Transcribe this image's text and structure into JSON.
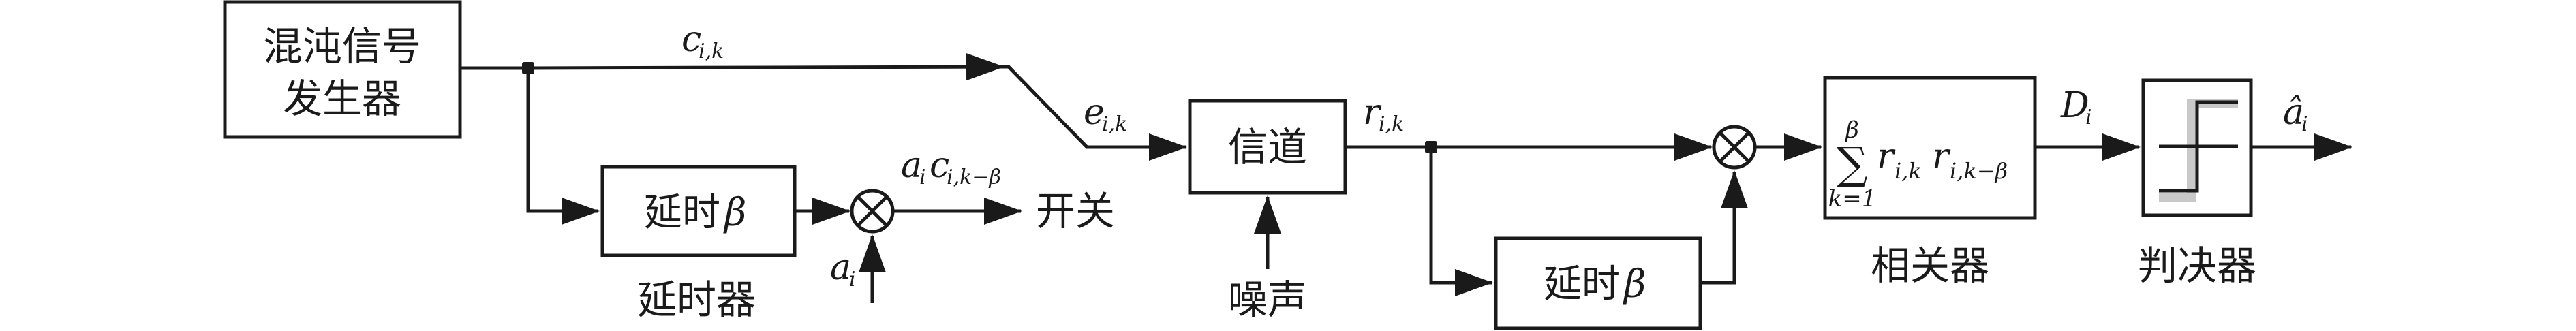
{
  "blocks": {
    "chaos_generator": [
      "混沌信号",
      "发生器"
    ],
    "delay_top_label": "延时",
    "delay_bottom_label": "延时",
    "delay_symbol": "β",
    "channel": "信道",
    "decision_symbol": "step"
  },
  "captions": {
    "delayer": "延时器",
    "switch": "开关",
    "noise": "噪声",
    "correlator": "相关器",
    "decider": "判决器"
  },
  "signals": {
    "c_ik": "c",
    "c_ik_sub": "i,k",
    "e_ik": "e",
    "e_ik_sub": "i,k",
    "r_ik": "r",
    "r_ik_sub": "i,k",
    "ai_c": "a",
    "ai_c_sub1": "i",
    "ai_c_c": "c",
    "ai_c_sub2": "i,k−β",
    "ai": "a",
    "ai_sub": "i",
    "Di": "D",
    "Di_sub": "i",
    "ahat": "â",
    "ahat_sub": "i"
  },
  "correlator_formula": {
    "sum": "∑",
    "upper": "β",
    "lower": "k=1",
    "term1": "r",
    "term1_sub": "i,k",
    "term2": "r",
    "term2_sub": "i,k−β"
  }
}
